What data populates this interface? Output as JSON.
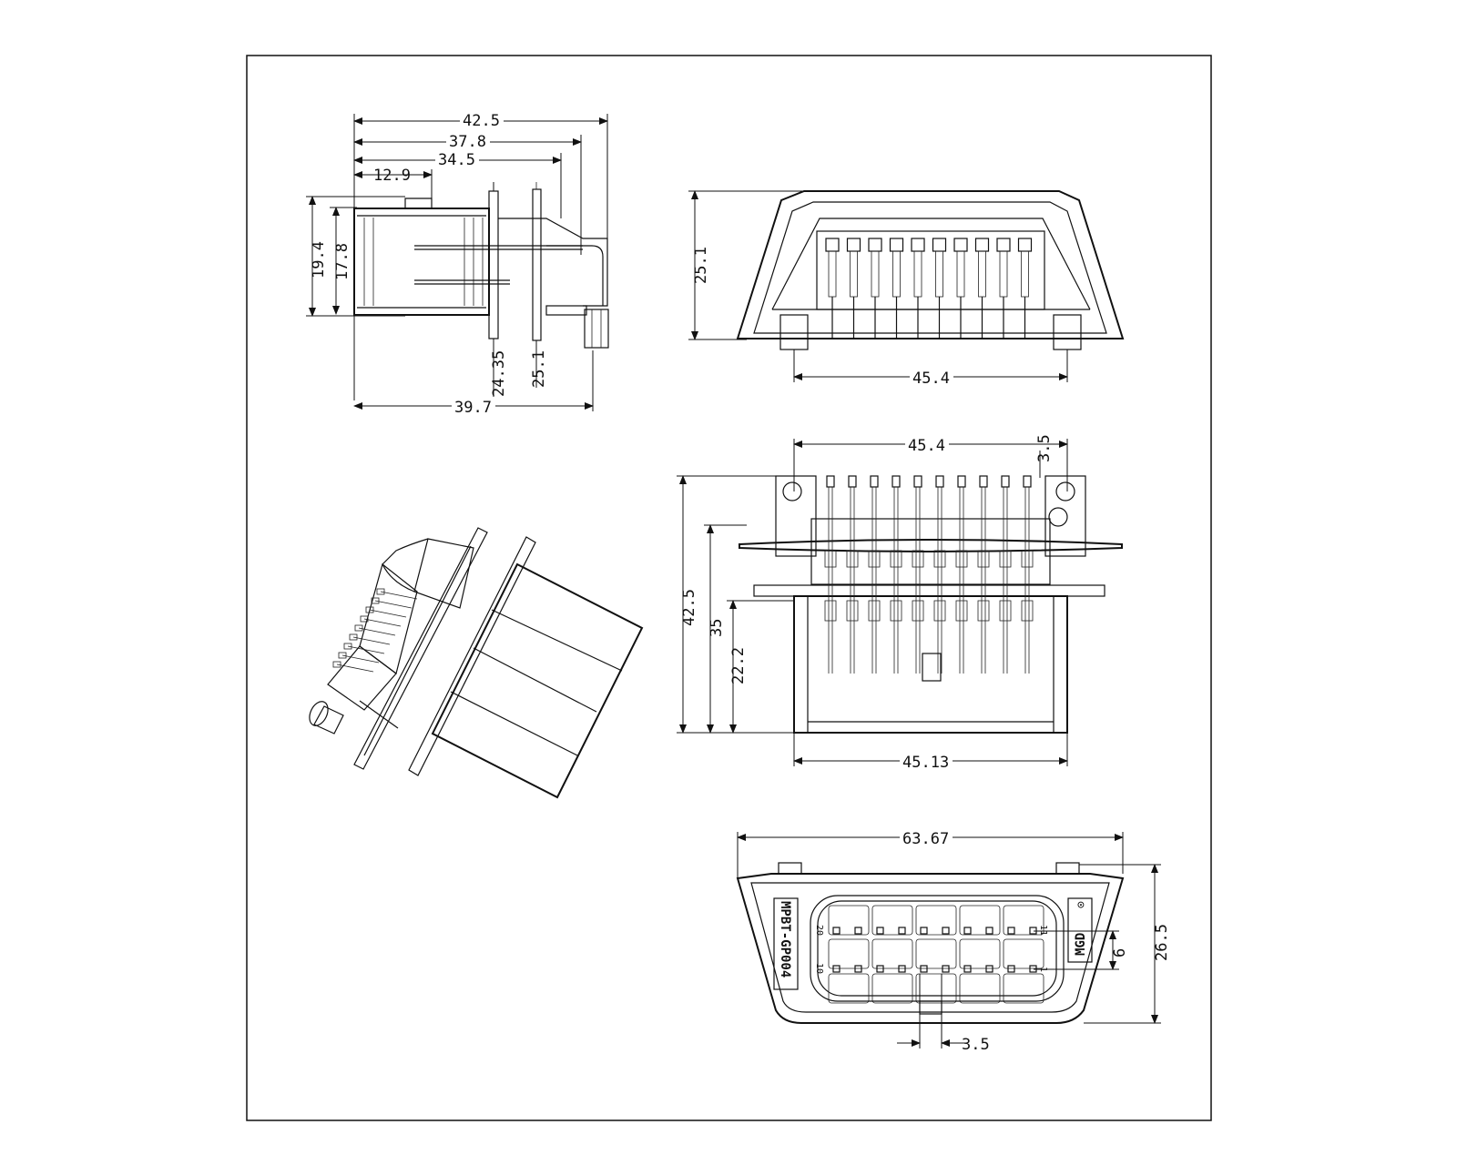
{
  "colors": {
    "ink": "#111111",
    "paper": "#ffffff"
  },
  "side_view": {
    "dims": {
      "total_length": "42.5",
      "length_b": "37.8",
      "length_c": "34.5",
      "length_d": "12.9",
      "height_outer": "19.4",
      "height_inner": "17.8",
      "flange_a": "24.35",
      "flange_b": "25.1",
      "bottom_length": "39.7"
    }
  },
  "front_view": {
    "dims": {
      "height": "25.1",
      "width": "45.4"
    }
  },
  "top_view": {
    "dims": {
      "width_top": "45.4",
      "pitch_small": "3.5",
      "total": "42.5",
      "mid": "35",
      "low": "22.2",
      "width_bottom": "45.13"
    }
  },
  "face_view": {
    "dims": {
      "width": "63.67",
      "height": "26.5",
      "row_gap": "6",
      "pitch": "3.5"
    },
    "part_marking": "MPBT-GP004",
    "logo_text": "MGD",
    "pin_label_top_left": "20",
    "pin_label_bottom_left": "10",
    "pin_label_bottom_right": "1",
    "pin_label_top_right": "11"
  }
}
